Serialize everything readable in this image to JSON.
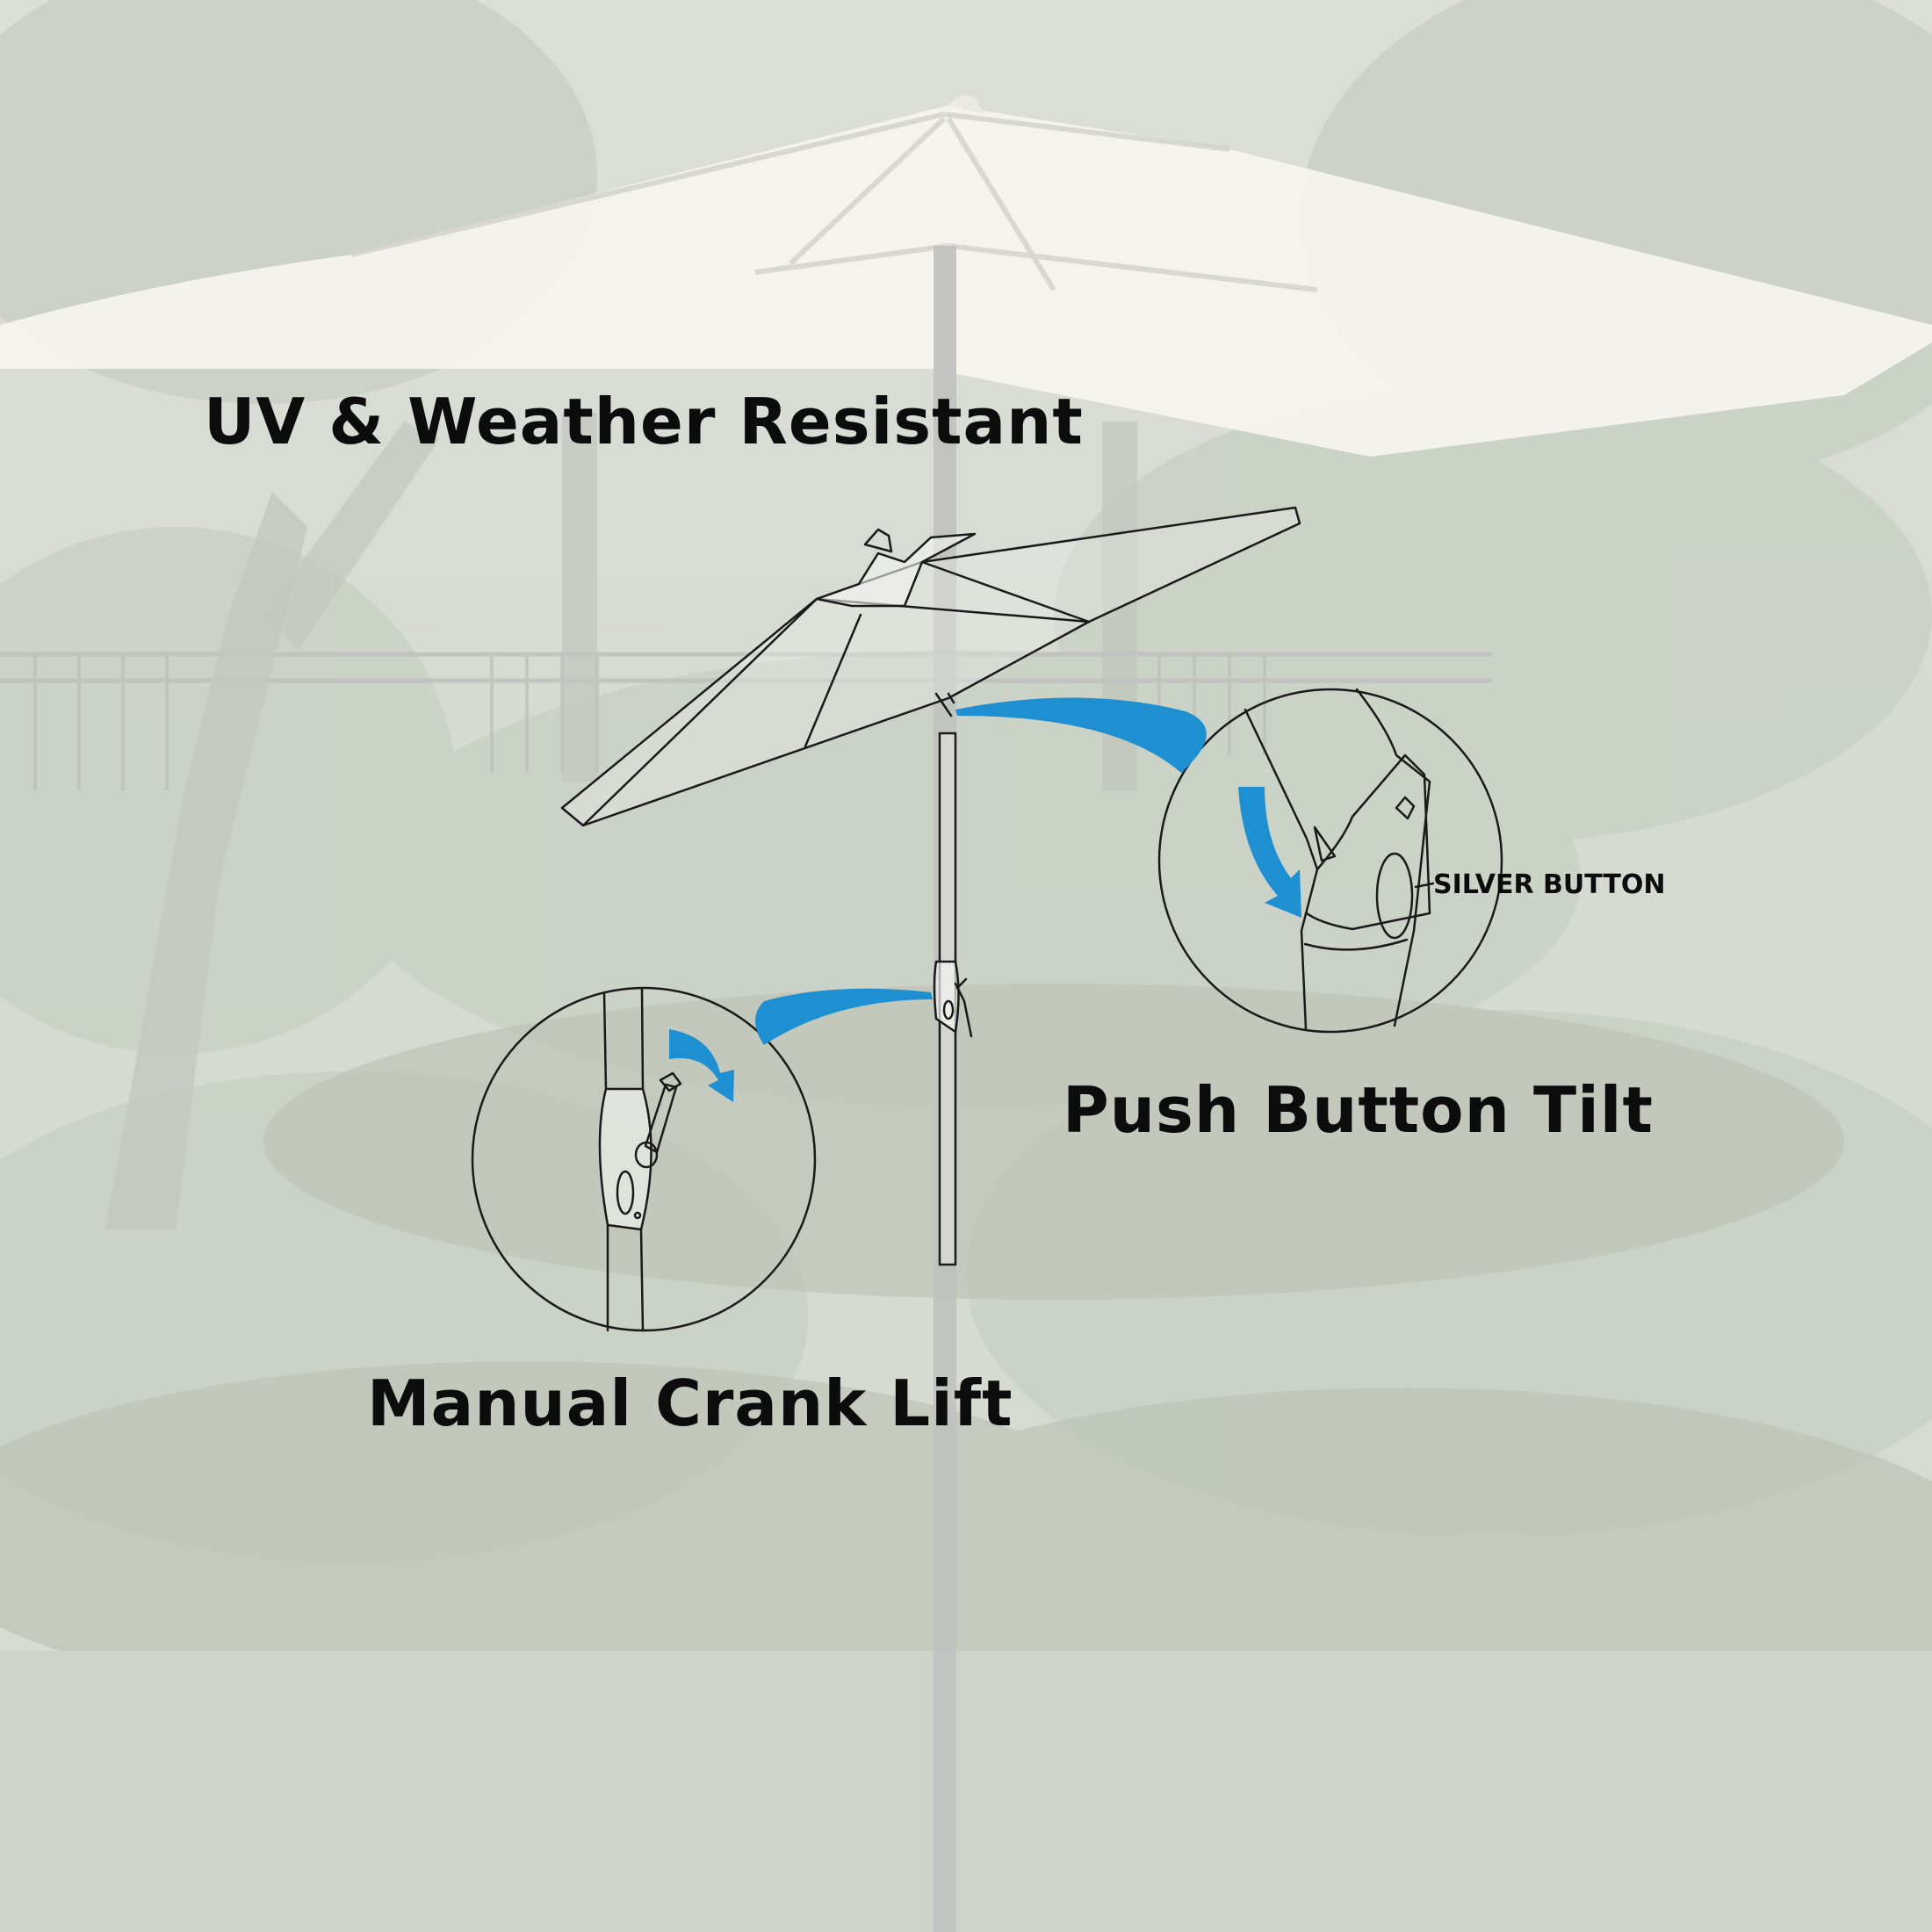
{
  "labels": {
    "uv": "UV & Weather Resistant",
    "push_button_tilt": "Push Button Tilt",
    "manual_crank_lift": "Manual Crank Lift",
    "silver_button": "SILVER BUTTON"
  },
  "colors": {
    "arrow_blue": "#1e8fd0",
    "line": "#1a1a1a",
    "canopy": "#f4f2ec"
  }
}
